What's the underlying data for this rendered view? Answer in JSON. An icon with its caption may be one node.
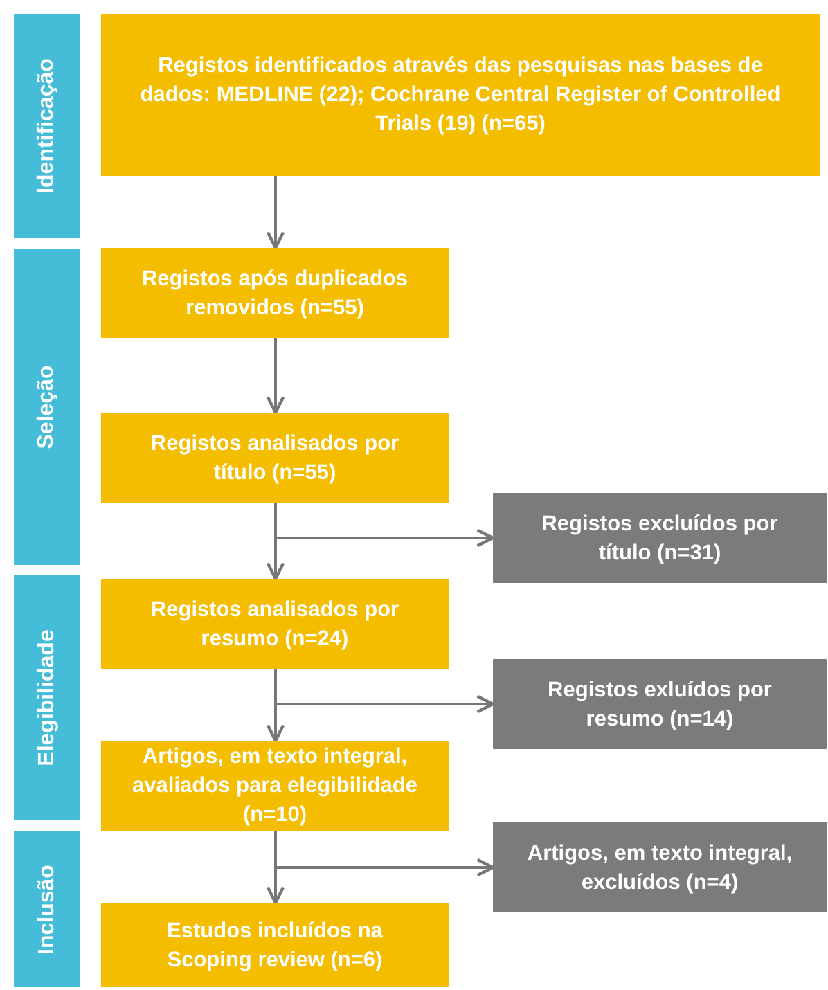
{
  "diagram": {
    "nodes": [
      {
        "text": [
          "Identificação"
        ]
      },
      {
        "text": [
          "Registos identificados através das pesquisas nas bases de dados: MEDLINE (22); Cochrane Central Register of Controlled Trials (19) (n=65)"
        ]
      },
      {
        "text": [
          "Seleção"
        ]
      },
      {
        "text": [
          "Registos após duplicados removidos (n=55)"
        ]
      },
      {
        "text": [
          "Registos analisados por título (n=55)"
        ]
      },
      {
        "text": [
          "Registos excluídos por título (n=31)"
        ]
      },
      {
        "text": [
          "Elegibilidade"
        ]
      },
      {
        "text": [
          "Registos analisados por resumo (n=24)"
        ]
      },
      {
        "text": [
          "Registos exluídos por resumo (n=14)"
        ]
      },
      {
        "text": [
          "Artigos, em texto integral, avaliados para elegibilidade (n=10)"
        ]
      },
      {
        "text": [
          "Inclusão"
        ]
      },
      {
        "text": [
          "Artigos, em texto integral, excluídos (n=4)"
        ]
      },
      {
        "text": [
          "Estudos incluídos na Scoping review (n=6)"
        ]
      }
    ],
    "edges": [
      {
        "from": 1,
        "to": 3,
        "arrow": "to"
      },
      {
        "from": 3,
        "to": 4,
        "arrow": "to"
      },
      {
        "from": 4,
        "to": 7,
        "arrow": "to"
      },
      {
        "from": 4,
        "to": 5,
        "arrow": "to"
      },
      {
        "from": 7,
        "to": 9,
        "arrow": "to"
      },
      {
        "from": 7,
        "to": 8,
        "arrow": "to"
      },
      {
        "from": 9,
        "to": 12,
        "arrow": "to"
      },
      {
        "from": 9,
        "to": 11,
        "arrow": "to"
      }
    ]
  }
}
